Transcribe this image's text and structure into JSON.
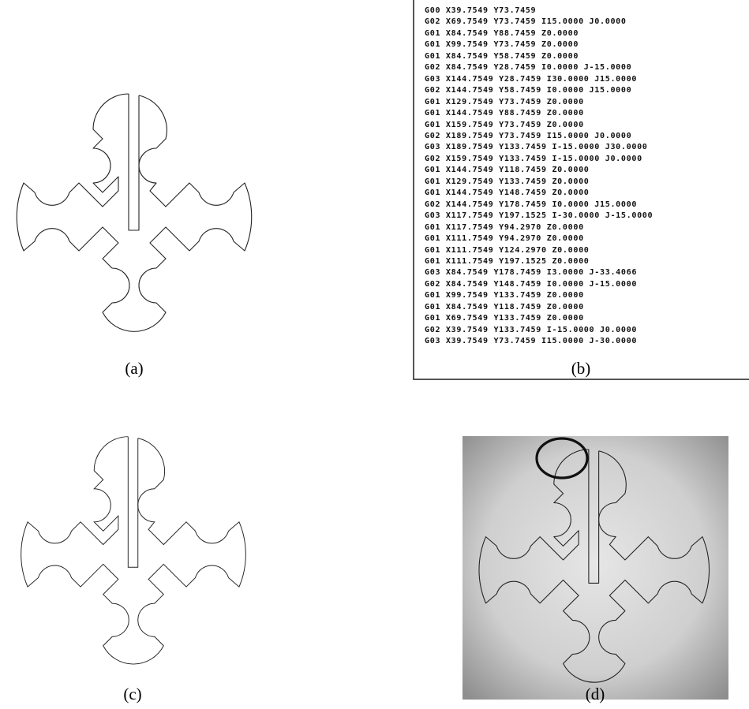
{
  "figure": {
    "captions": {
      "a": "(a)",
      "b": "(b)",
      "c": "(c)",
      "d": "(d)"
    },
    "gcode": [
      "G00 X39.7549 Y73.7459",
      "G02 X69.7549 Y73.7459 I15.0000 J0.0000",
      "G01 X84.7549 Y88.7459 Z0.0000",
      "G01 X99.7549 Y73.7459 Z0.0000",
      "G01 X84.7549 Y58.7459 Z0.0000",
      "G02 X84.7549 Y28.7459 I0.0000 J-15.0000",
      "G03 X144.7549 Y28.7459 I30.0000 J15.0000",
      "G02 X144.7549 Y58.7459 I0.0000 J15.0000",
      "G01 X129.7549 Y73.7459 Z0.0000",
      "G01 X144.7549 Y88.7459 Z0.0000",
      "G01 X159.7549 Y73.7459 Z0.0000",
      "G02 X189.7549 Y73.7459 I15.0000 J0.0000",
      "G03 X189.7549 Y133.7459 I-15.0000 J30.0000",
      "G02 X159.7549 Y133.7459 I-15.0000 J0.0000",
      "G01 X144.7549 Y118.7459 Z0.0000",
      "G01 X129.7549 Y133.7459 Z0.0000",
      "G01 X144.7549 Y148.7459 Z0.0000",
      "G02 X144.7549 Y178.7459 I0.0000 J15.0000",
      "G03 X117.7549 Y197.1525 I-30.0000 J-15.0000",
      "G01 X117.7549 Y94.2970 Z0.0000",
      "G01 X111.7549 Y94.2970 Z0.0000",
      "G01 X111.7549 Y124.2970 Z0.0000",
      "G01 X111.7549 Y197.1525 Z0.0000",
      "G03 X84.7549 Y178.7459 I3.0000 J-33.4066",
      "G02 X84.7549 Y148.7459 I0.0000 J-15.0000",
      "G01 X99.7549 Y133.7459 Z0.0000",
      "G01 X84.7549 Y118.7459 Z0.0000",
      "G01 X69.7549 Y133.7459 Z0.0000",
      "G02 X39.7549 Y133.7459 I-15.0000 J0.0000",
      "G03 X39.7549 Y73.7459 I15.0000 J-30.0000"
    ]
  }
}
